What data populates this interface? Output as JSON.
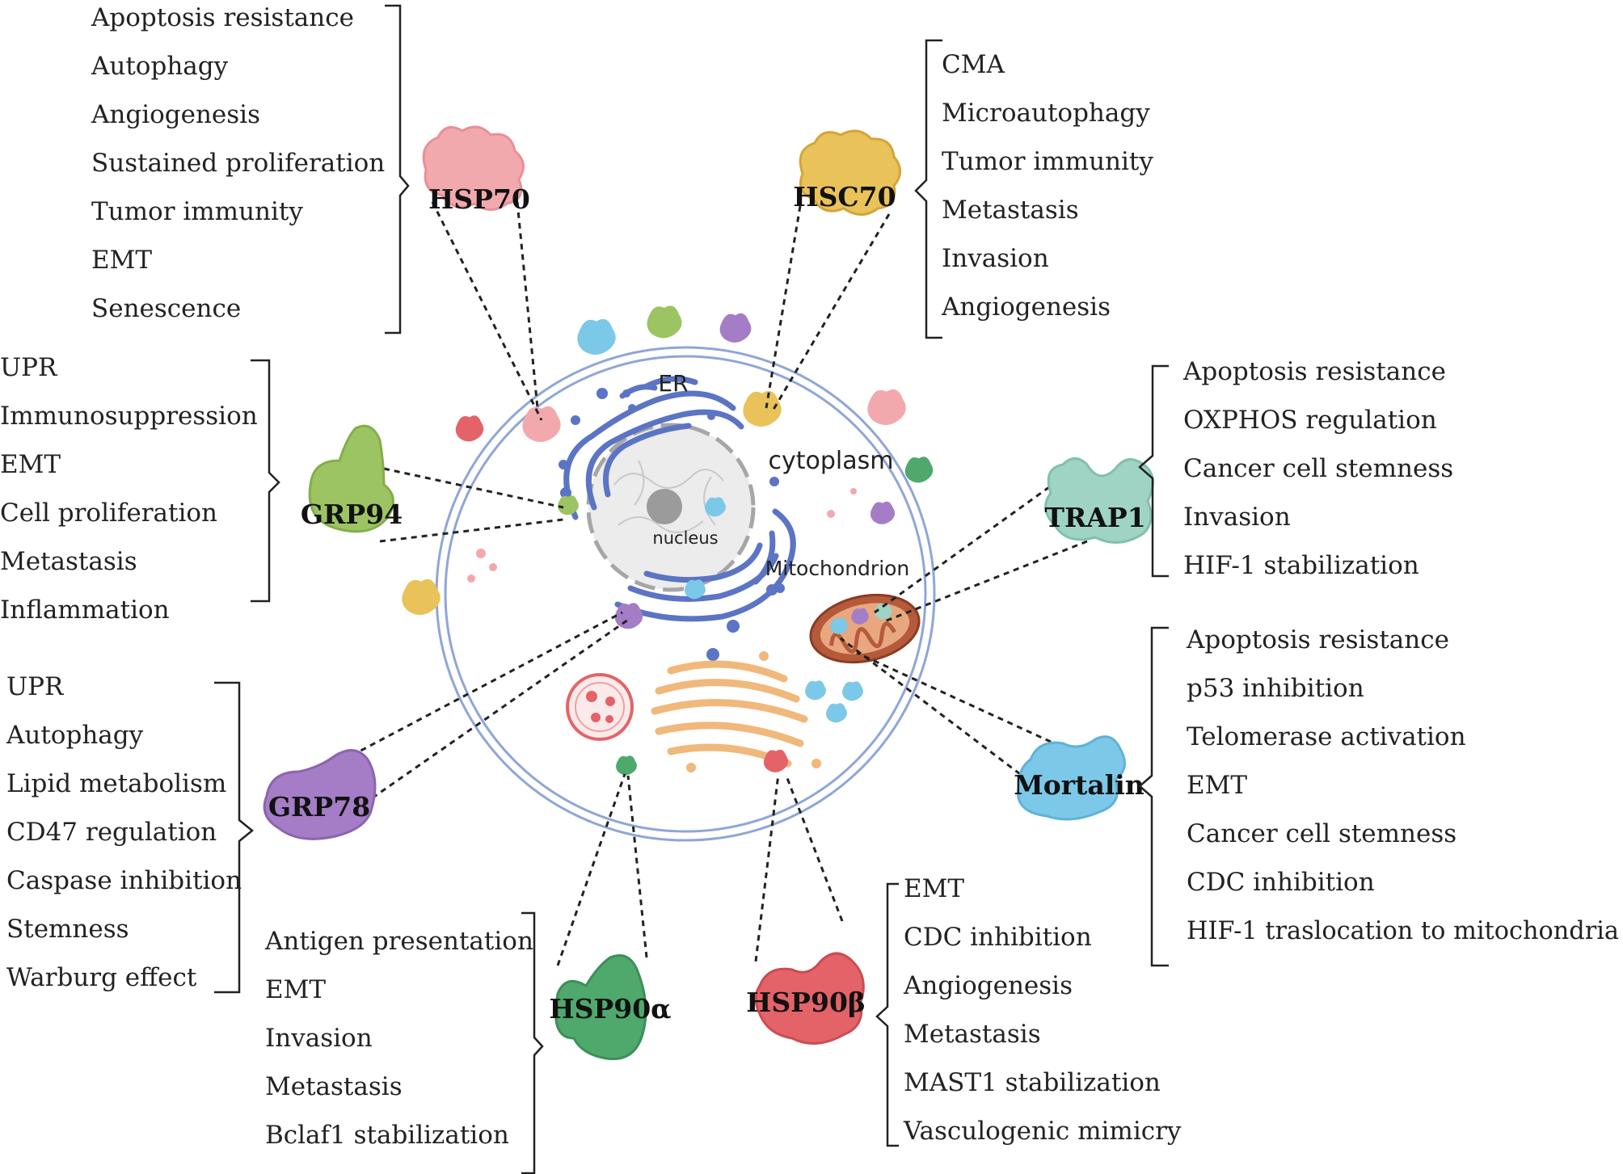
{
  "cell": {
    "er_label": "ER",
    "cytoplasm_label": "cytoplasm",
    "nucleus_label": "nucleus",
    "mitochondrion_label": "Mitochondrion"
  },
  "proteins": {
    "hsp70": {
      "name": "HSP70",
      "color": "#f2a9ad",
      "functions": [
        "Apoptosis resistance",
        "Autophagy",
        "Angiogenesis",
        "Sustained proliferation",
        "Tumor immunity",
        "EMT",
        "Senescence"
      ]
    },
    "hsc70": {
      "name": "HSC70",
      "color": "#e9c25a",
      "functions": [
        "CMA",
        "Microautophagy",
        "Tumor immunity",
        "Metastasis",
        "Invasion",
        "Angiogenesis"
      ]
    },
    "grp94": {
      "name": "GRP94",
      "color": "#9cc463",
      "functions": [
        "UPR",
        "Immunosuppression",
        "EMT",
        "Cell proliferation",
        "Metastasis",
        "Inflammation"
      ]
    },
    "trap1": {
      "name": "TRAP1",
      "color": "#9fd4c5",
      "functions": [
        "Apoptosis resistance",
        "OXPHOS regulation",
        "Cancer cell stemness",
        "Invasion",
        "HIF-1 stabilization"
      ]
    },
    "grp78": {
      "name": "GRP78",
      "color": "#a57dc6",
      "functions": [
        "UPR",
        "Autophagy",
        "Lipid metabolism",
        "CD47 regulation",
        "Caspase inhibition",
        "Stemness",
        "Warburg effect"
      ]
    },
    "mortalin": {
      "name": "Mortalin",
      "color": "#7cc8e8",
      "functions": [
        "Apoptosis resistance",
        "p53 inhibition",
        "Telomerase activation",
        "EMT",
        "Cancer cell stemness",
        "CDC inhibition",
        "HIF-1 traslocation  to mitochondria"
      ]
    },
    "hsp90a": {
      "name": "HSP90α",
      "color": "#4fa86c",
      "functions": [
        "Antigen presentation",
        "EMT",
        "Invasion",
        "Metastasis",
        "Bclaf1 stabilization"
      ]
    },
    "hsp90b": {
      "name": "HSP90β",
      "color": "#e46368",
      "functions": [
        "EMT",
        "CDC inhibition",
        "Angiogenesis",
        "Metastasis",
        "MAST1 stabilization",
        "Vasculogenic mimicry"
      ]
    }
  },
  "icons": [
    "er-icon",
    "nucleus-icon",
    "mitochondrion-icon",
    "golgi-icon",
    "lysosome-icon",
    "chaperone-protein-icon"
  ]
}
